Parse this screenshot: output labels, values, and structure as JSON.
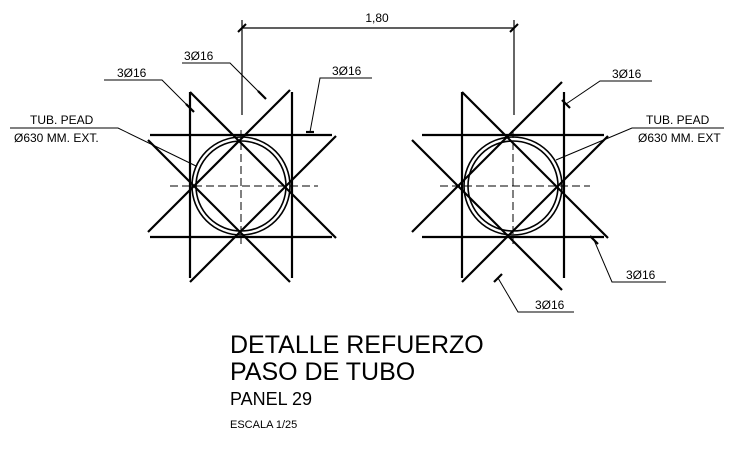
{
  "dimension": {
    "value": "1,80"
  },
  "labels": {
    "bar_top_left": "3Ø16",
    "bar_top_center_left": "3Ø16",
    "bar_top_center": "3Ø16",
    "bar_top_right": "3Ø16",
    "bar_right": "3Ø16",
    "bar_bottom": "3Ø16",
    "pipe_left_line1": "TUB. PEAD",
    "pipe_left_line2": "Ø630 MM. EXT.",
    "pipe_right_line1": "TUB. PEAD",
    "pipe_right_line2": "Ø630 MM. EXT"
  },
  "title": {
    "line1": "DETALLE REFUERZO",
    "line2": "PASO DE TUBO",
    "line3": "PANEL 29",
    "scale": "ESCALA 1/25"
  }
}
